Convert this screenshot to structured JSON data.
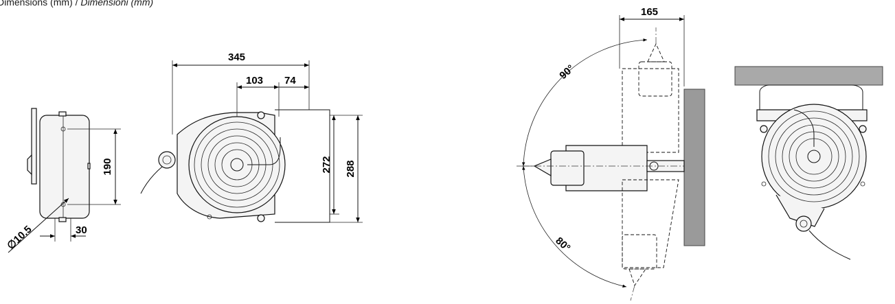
{
  "caption": {
    "english": "Dimensions (mm) / ",
    "italian": "Dimensioni (mm)"
  },
  "dimensions": {
    "width_total": "345",
    "offset_a": "103",
    "offset_b": "74",
    "height_inner": "272",
    "height_total": "288",
    "depth": "165",
    "side_height": "190",
    "side_depth": "30",
    "hole_diameter": "∅10.5"
  },
  "angles": {
    "up": "90°",
    "down": "80°"
  }
}
